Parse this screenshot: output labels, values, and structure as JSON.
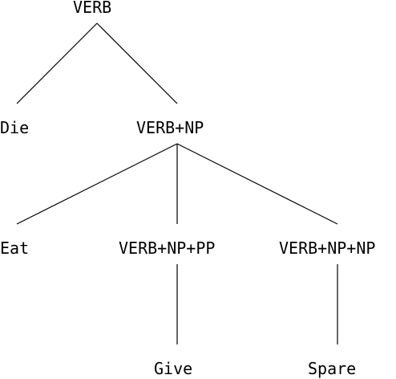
{
  "tree": {
    "nodes": {
      "root": "VERB",
      "die": "Die",
      "verb_np": "VERB+NP",
      "eat": "Eat",
      "verb_np_pp": "VERB+NP+PP",
      "verb_np_np": "VERB+NP+NP",
      "give": "Give",
      "spare": "Spare"
    },
    "edges": [
      [
        "root",
        "die"
      ],
      [
        "root",
        "verb_np"
      ],
      [
        "verb_np",
        "eat"
      ],
      [
        "verb_np",
        "verb_np_pp"
      ],
      [
        "verb_np",
        "verb_np_np"
      ],
      [
        "verb_np_pp",
        "give"
      ],
      [
        "verb_np_np",
        "spare"
      ]
    ],
    "colors": {
      "line": "#000000",
      "text": "#000000",
      "background": "#ffffff"
    }
  }
}
